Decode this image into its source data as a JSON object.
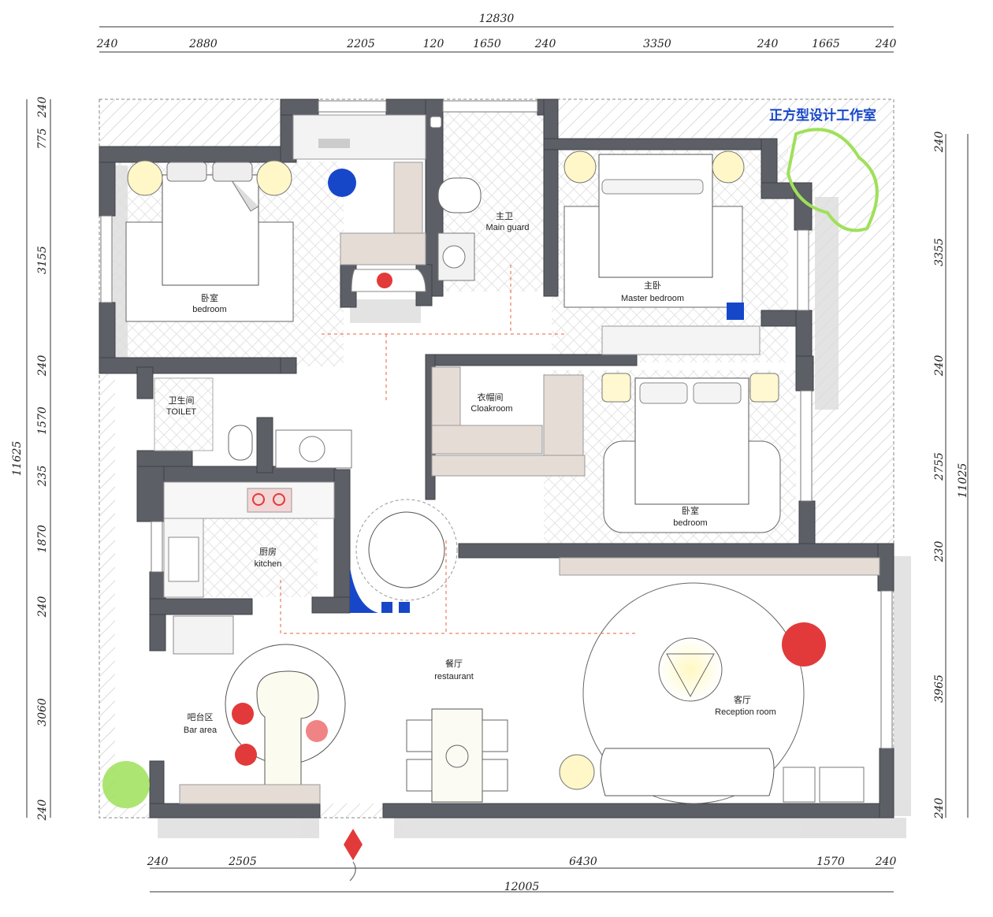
{
  "studio_name": "正方型设计工作室",
  "dimensions": {
    "top_total": "12830",
    "top_segments": [
      "240",
      "2880",
      "2205",
      "120",
      "1650",
      "240",
      "3350",
      "240",
      "1665",
      "240"
    ],
    "bottom_total": "12005",
    "bottom_segments": [
      "240",
      "2505",
      "6430",
      "1570",
      "240"
    ],
    "left_total": "11625",
    "left_segments": [
      "240",
      "775",
      "3155",
      "240",
      "1570",
      "235",
      "1870",
      "240",
      "3060",
      "240"
    ],
    "right_total": "11025",
    "right_segments": [
      "240",
      "3355",
      "240",
      "2755",
      "230",
      "3965",
      "240"
    ]
  },
  "rooms": {
    "bedroom_nw": {
      "cn": "卧室",
      "en": "bedroom"
    },
    "main_guard": {
      "cn": "主卫",
      "en": "Main guard"
    },
    "master_bedroom": {
      "cn": "主卧",
      "en": "Master bedroom"
    },
    "toilet": {
      "cn": "卫生间",
      "en": "TOILET"
    },
    "cloakroom": {
      "cn": "衣帽间",
      "en": "Cloakroom"
    },
    "bedroom_e": {
      "cn": "卧室",
      "en": "bedroom"
    },
    "kitchen": {
      "cn": "厨房",
      "en": "kitchen"
    },
    "restaurant": {
      "cn": "餐厅",
      "en": "restaurant"
    },
    "reception": {
      "cn": "客厅",
      "en": "Reception room"
    },
    "bar": {
      "cn": "吧台区",
      "en": "Bar area"
    }
  },
  "colors": {
    "wall": "#5c5f66",
    "floor": "#ffffff",
    "hatch": "#bdbdbd",
    "shadow": "#d9d9d9",
    "accent_red": "#e23a3a",
    "accent_blue": "#1747c9",
    "plant_green": "#9fe05a",
    "wood": "#e6dcd6"
  }
}
